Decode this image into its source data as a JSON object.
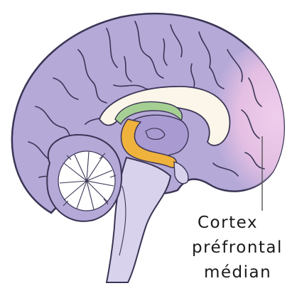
{
  "label": {
    "line1": "Cortex",
    "line2": "préfrontal",
    "line3": "médian"
  },
  "colors": {
    "background": "#ffffff",
    "brain_fill": "#b5a9d8",
    "outline": "#3a3555",
    "highlight_region": "#e5c2e5",
    "corpus_callosum_area": "#fbf6e9",
    "fornix_green": "#a6cf94",
    "hippocampus_orange": "#efb23c",
    "brainstem_light": "#d8d2ec",
    "cerebellum_white": "#ffffff",
    "leader_line": "#555555"
  }
}
